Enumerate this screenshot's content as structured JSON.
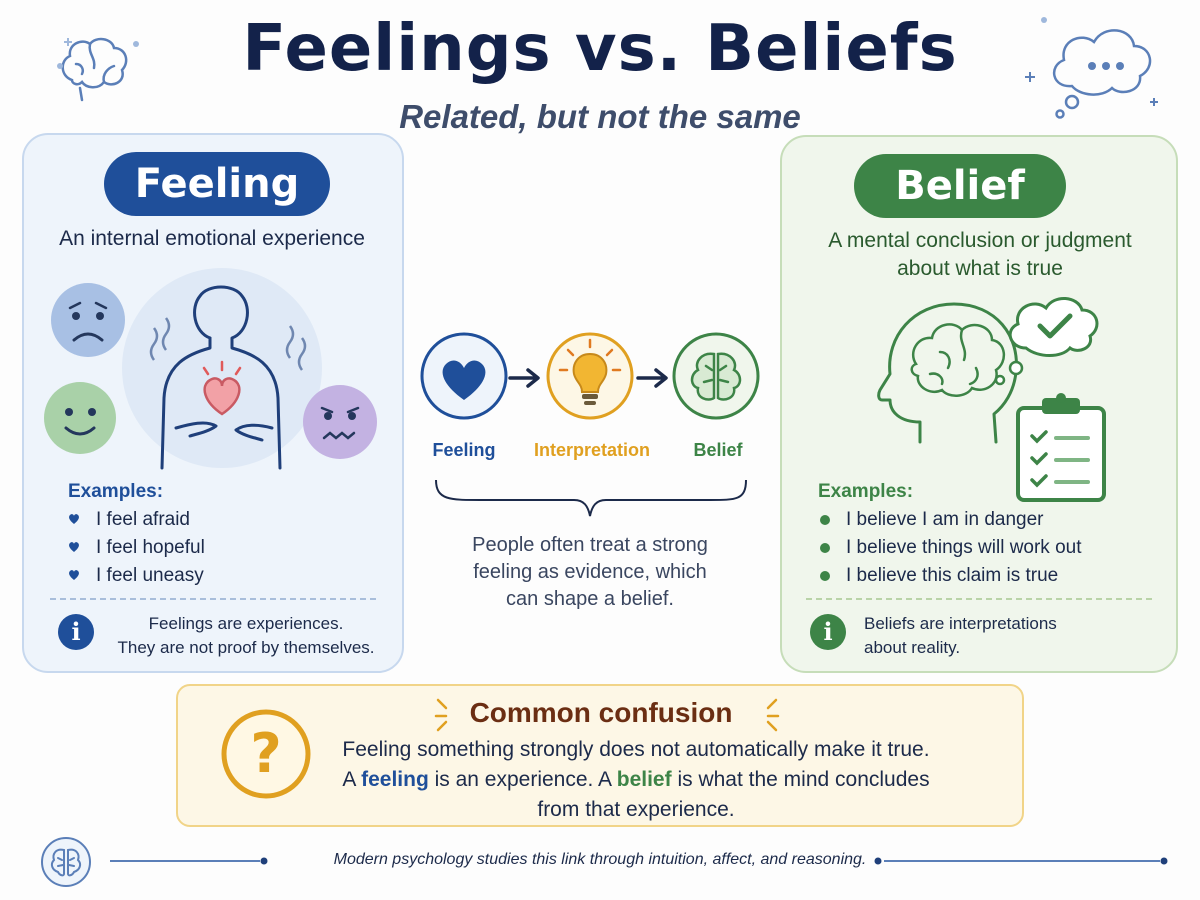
{
  "header": {
    "title": "Feelings vs. Beliefs",
    "subtitle": "Related, but not the same"
  },
  "feeling_panel": {
    "label": "Feeling",
    "description": "An internal emotional experience",
    "examples_heading": "Examples:",
    "examples": [
      "I feel afraid",
      "I feel hopeful",
      "I feel uneasy"
    ],
    "note_line1": "Feelings are experiences.",
    "note_line2": "They are not proof by themselves.",
    "accent": "#1f4f9a"
  },
  "belief_panel": {
    "label": "Belief",
    "description_line1": "A mental conclusion or judgment",
    "description_line2": "about what is true",
    "examples_heading": "Examples:",
    "examples": [
      "I believe I am in danger",
      "I believe things will work out",
      "I believe this claim is true"
    ],
    "note_line1": "Beliefs are interpretations",
    "note_line2": "about reality.",
    "accent": "#3d8447"
  },
  "flow": {
    "steps": [
      "Feeling",
      "Interpretation",
      "Belief"
    ],
    "caption_line1": "People often treat a strong",
    "caption_line2": "feeling as evidence, which",
    "caption_line3": "can shape a belief.",
    "colors": [
      "#1f4f9a",
      "#e0a020",
      "#3d8447"
    ]
  },
  "confusion": {
    "title": "Common confusion",
    "line1": "Feeling something strongly does not automatically make it true.",
    "line2_a": "A ",
    "line2_feeling": "feeling",
    "line2_b": " is an experience. A ",
    "line2_belief": "belief",
    "line2_c": " is what the mind concludes",
    "line3": "from that experience.",
    "accent": "#e0a020"
  },
  "footer": {
    "text": "Modern psychology studies this link through intuition, affect, and reasoning."
  },
  "icons": [
    "brain-icon",
    "thought-bubble-icon",
    "heart-icon",
    "lightbulb-icon",
    "question-icon",
    "info-icon",
    "checkmark-icon",
    "clipboard-icon",
    "head-profile-icon",
    "person-icon"
  ]
}
